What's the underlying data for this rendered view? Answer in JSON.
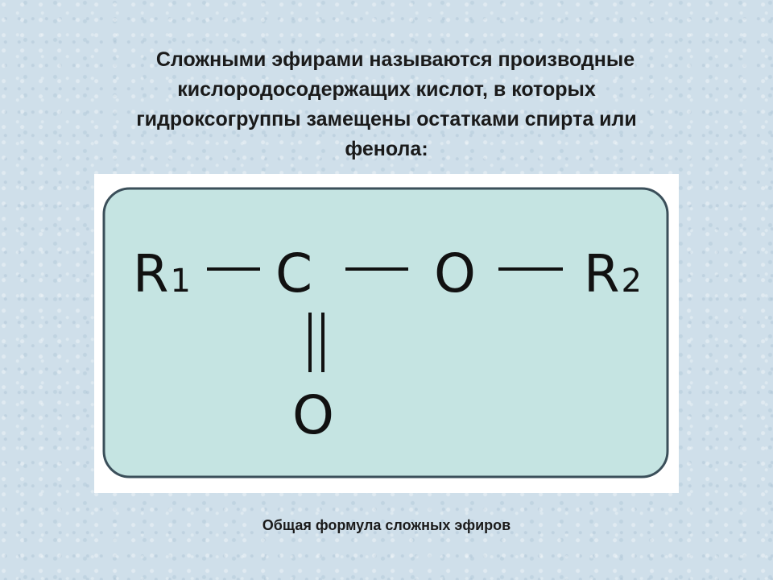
{
  "title": {
    "lines": [
      "Сложными эфирами называются производные",
      "кислородосодержащих кислот, в которых",
      "гидроксогруппы замещены остатками спирта или",
      "фенола:"
    ]
  },
  "formula": {
    "r1_base": "R",
    "r1_sub": "1",
    "carbon": "C",
    "ether_oxygen": "O",
    "r2_base": "R",
    "r2_sub": "2",
    "carbonyl_oxygen": "O",
    "box_fill": "#c5e4e2",
    "box_stroke": "#3b4f5a"
  },
  "caption": "Общая формула сложных эфиров"
}
